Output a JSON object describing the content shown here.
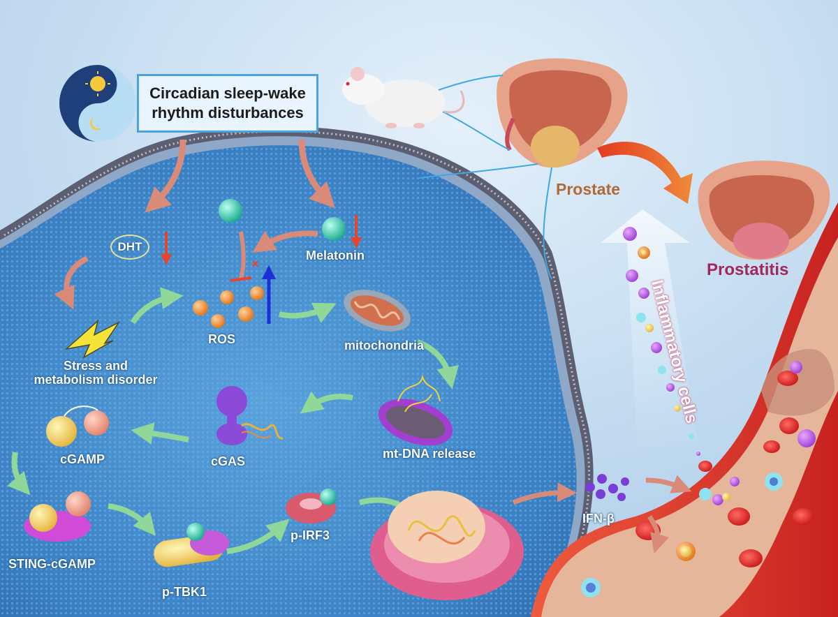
{
  "colors": {
    "background": "#cfe3f4",
    "cell": "#3f86c9",
    "membrane": "#5c5f72",
    "arrow_green": "#7fcf8c",
    "arrow_salmon": "#d98a78",
    "down_arrow": "#e8432b",
    "up_arrow": "#1d2fd8",
    "vessel": "#d9362a",
    "prostate": "#e6a389"
  },
  "header": {
    "title": "Circadian sleep-wake\nrhythm disturbances",
    "icon": "sun-moon-yin-yang-icon"
  },
  "organs": {
    "prostate": "Prostate",
    "prostatitis": "Prostatitis",
    "animal": "rat-icon"
  },
  "pathway": {
    "dht": "DHT",
    "melatonin": "Melatonin",
    "ros": "ROS",
    "stress": "Stress and\nmetabolism disorder",
    "mitochondria": "mitochondria",
    "mtdna": "mt-DNA release",
    "cgas": "cGAS",
    "cgamp": "cGAMP",
    "sting": "STING-cGAMP",
    "tbk1": "p-TBK1",
    "irf3": "p-IRF3",
    "ifn": "IFN-β",
    "inflammatory": "Inflammatory cells"
  }
}
